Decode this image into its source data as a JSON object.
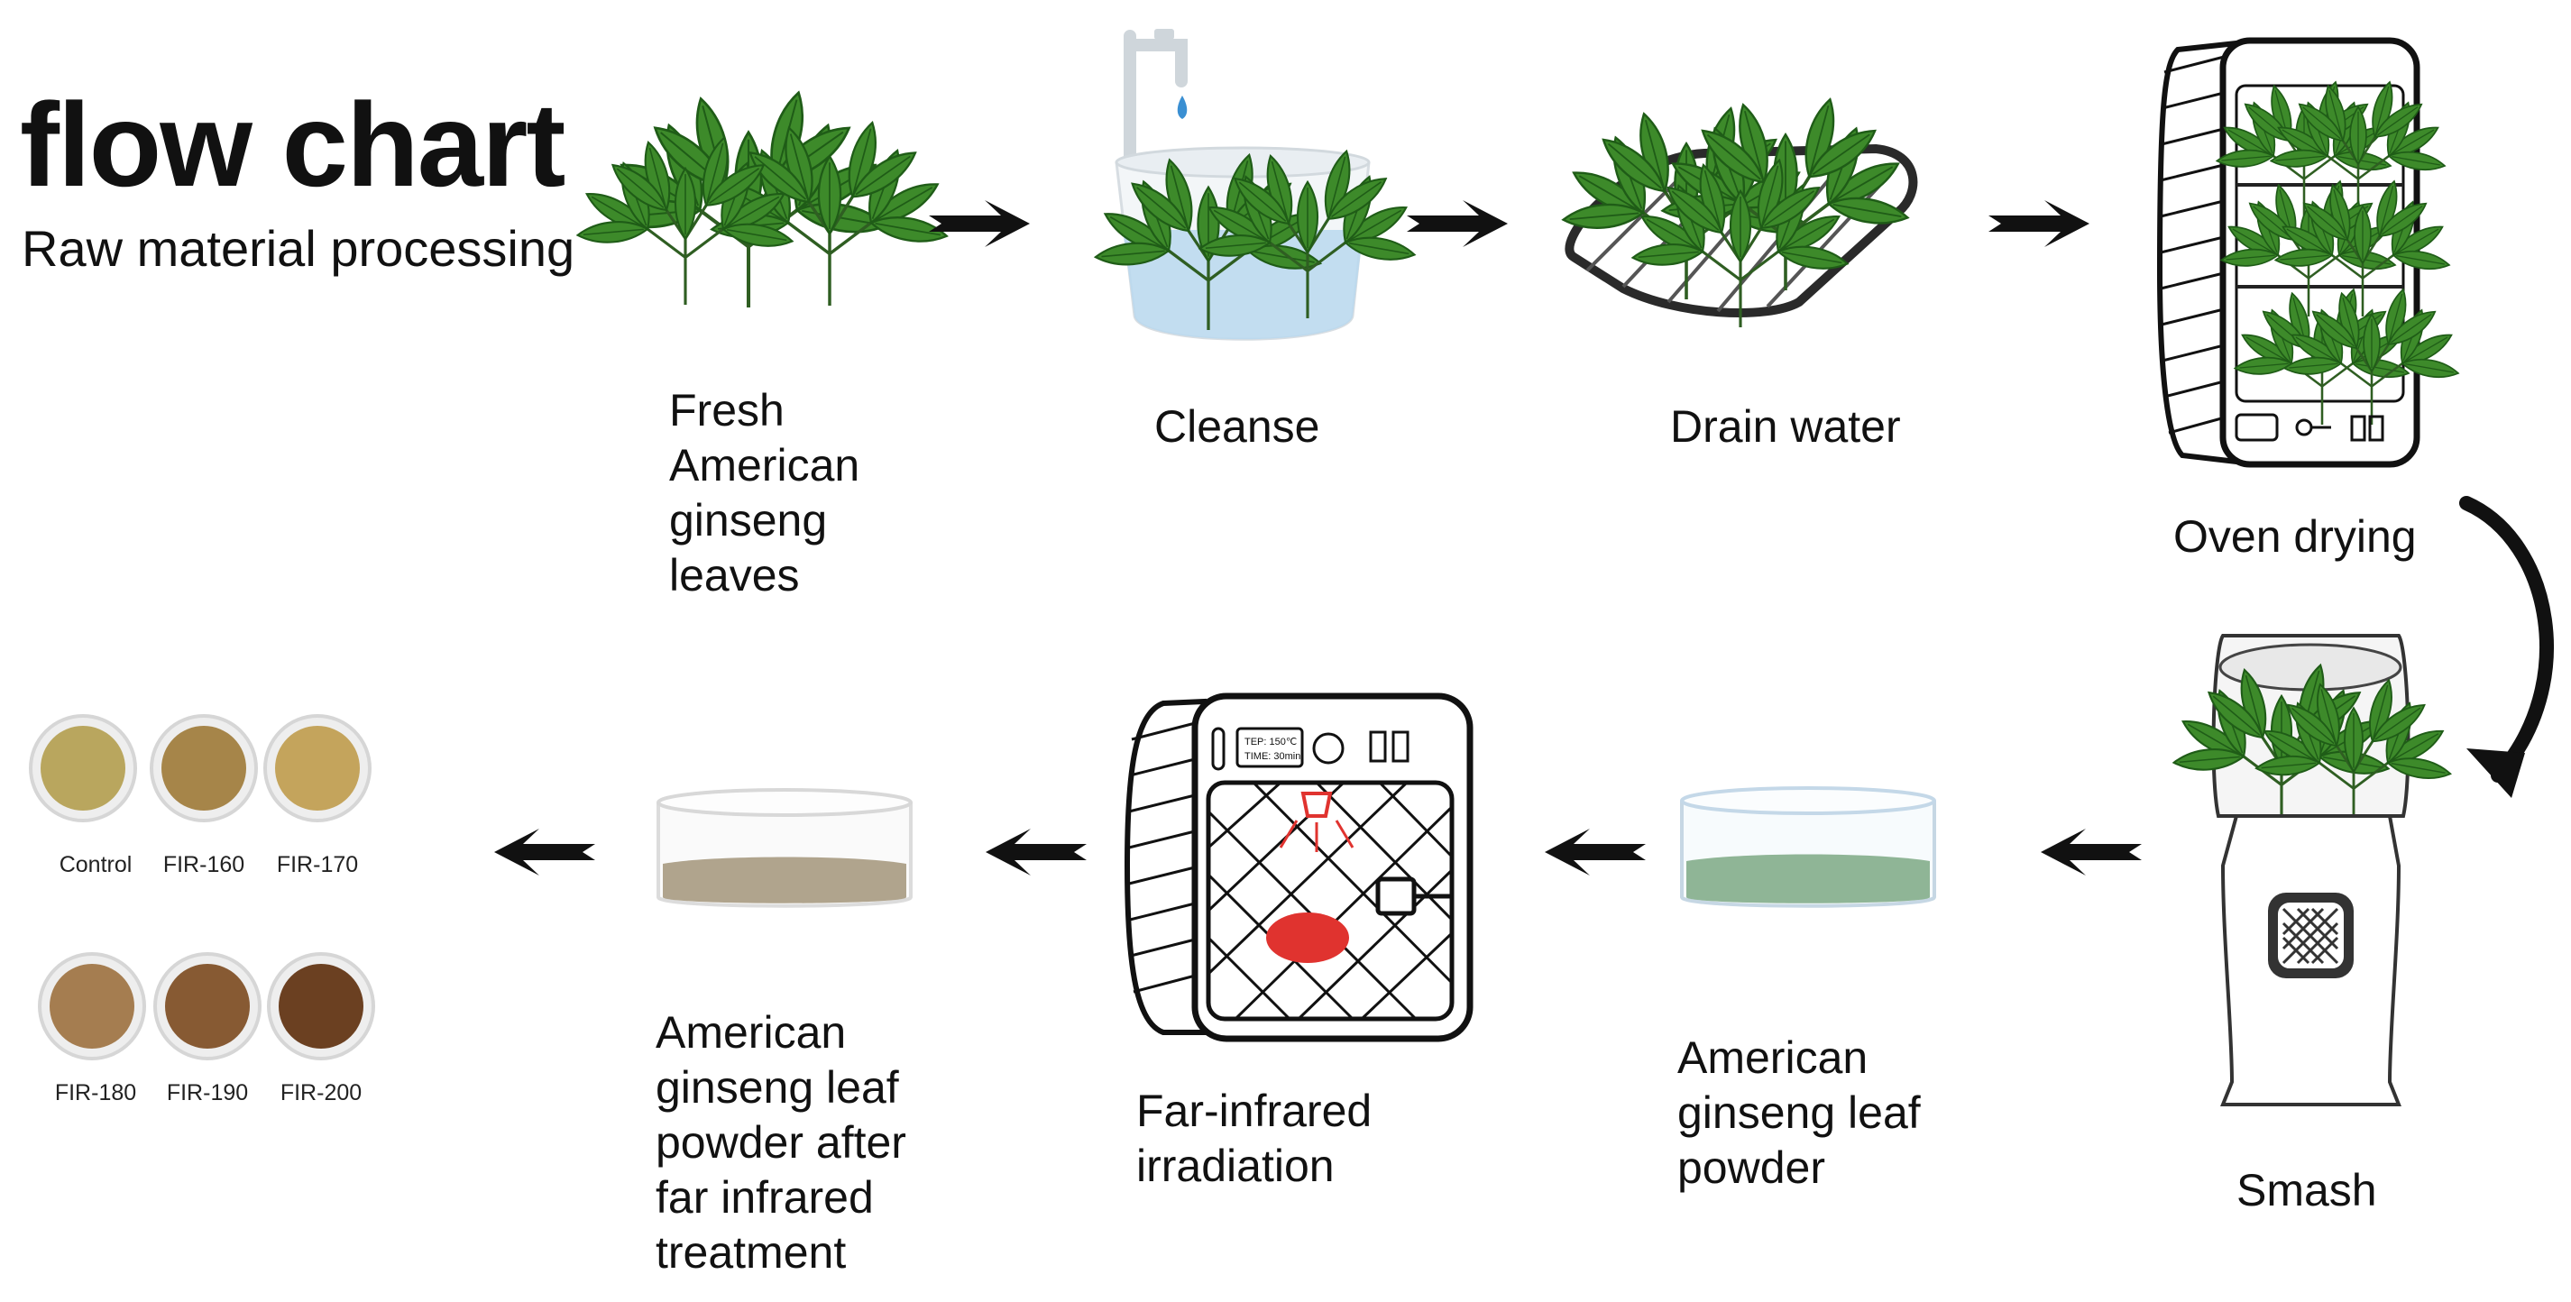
{
  "title": "flow chart",
  "subtitle": "Raw material processing",
  "steps": {
    "fresh": [
      "Fresh",
      "American",
      "ginseng",
      "leaves"
    ],
    "cleanse": [
      "Cleanse"
    ],
    "drain": [
      "Drain water"
    ],
    "oven": [
      "Oven drying"
    ],
    "smash": [
      "Smash"
    ],
    "powder": [
      "American",
      "ginseng leaf",
      "powder"
    ],
    "far_ir": [
      "Far-infrared",
      "irradiation"
    ],
    "treated": [
      "American",
      "ginseng leaf",
      "powder after",
      "far infrared",
      "treatment"
    ]
  },
  "samples": [
    "Control",
    "FIR-160",
    "FIR-170",
    "FIR-180",
    "FIR-190",
    "FIR-200"
  ],
  "oven_panel": {
    "line1": "TEP: 150℃",
    "line2": "TIME: 30min"
  },
  "colors": {
    "leaf": "#3d8a2a",
    "leaf_dark": "#1f5c17",
    "water": "#b9d8ee",
    "powder_green": "#8fb596",
    "powder_grey": "#b0a48d",
    "lamp": "#e0332f",
    "control": "#b9a65e",
    "fir160": "#a68549",
    "fir170": "#c4a45c",
    "fir180": "#a57d50",
    "fir190": "#875a33",
    "fir200": "#6b4021"
  }
}
